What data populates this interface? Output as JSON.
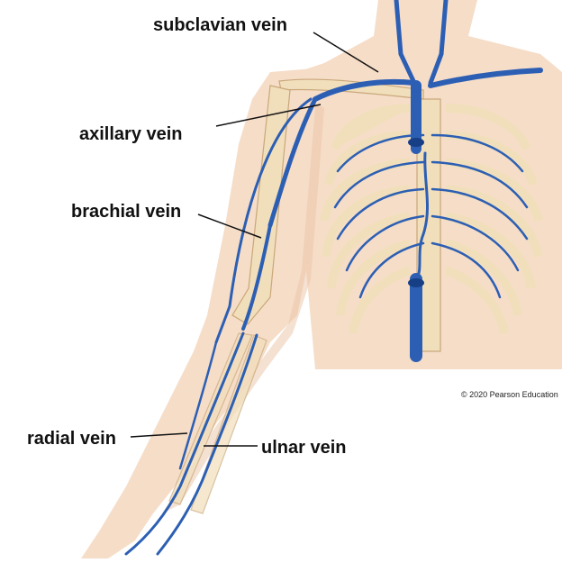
{
  "labels": {
    "subclavian": "subclavian vein",
    "axillary": "axillary vein",
    "brachial": "brachial vein",
    "radial": "radial vein",
    "ulnar": "ulnar vein"
  },
  "credit": "© 2020 Pearson Education",
  "colors": {
    "skin": "#f6ddc8",
    "skin_shade": "#e9c3a6",
    "bone": "#f1dfbc",
    "bone_edge": "#c9a77a",
    "vein": "#2c5fb3",
    "vein_dark": "#163f86",
    "leader": "#111111"
  }
}
